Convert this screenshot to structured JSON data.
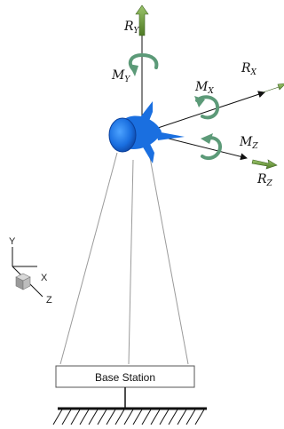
{
  "forces": {
    "R_Y": {
      "main": "R",
      "sub": "Y"
    },
    "R_X": {
      "main": "R",
      "sub": "X"
    },
    "R_Z": {
      "main": "R",
      "sub": "Z"
    }
  },
  "moments": {
    "M_Y": {
      "main": "M",
      "sub": "Y"
    },
    "M_X": {
      "main": "M",
      "sub": "X"
    },
    "M_Z": {
      "main": "M",
      "sub": "Z"
    }
  },
  "triad": {
    "x": "X",
    "y": "Y",
    "z": "Z"
  },
  "base_station": {
    "label": "Base Station"
  },
  "colors": {
    "body_blue": "#1a6fe0",
    "force_green": "#6a9a3a",
    "moment_green": "#5c9a78",
    "tether": "#9a9a9a",
    "line": "#111111"
  }
}
